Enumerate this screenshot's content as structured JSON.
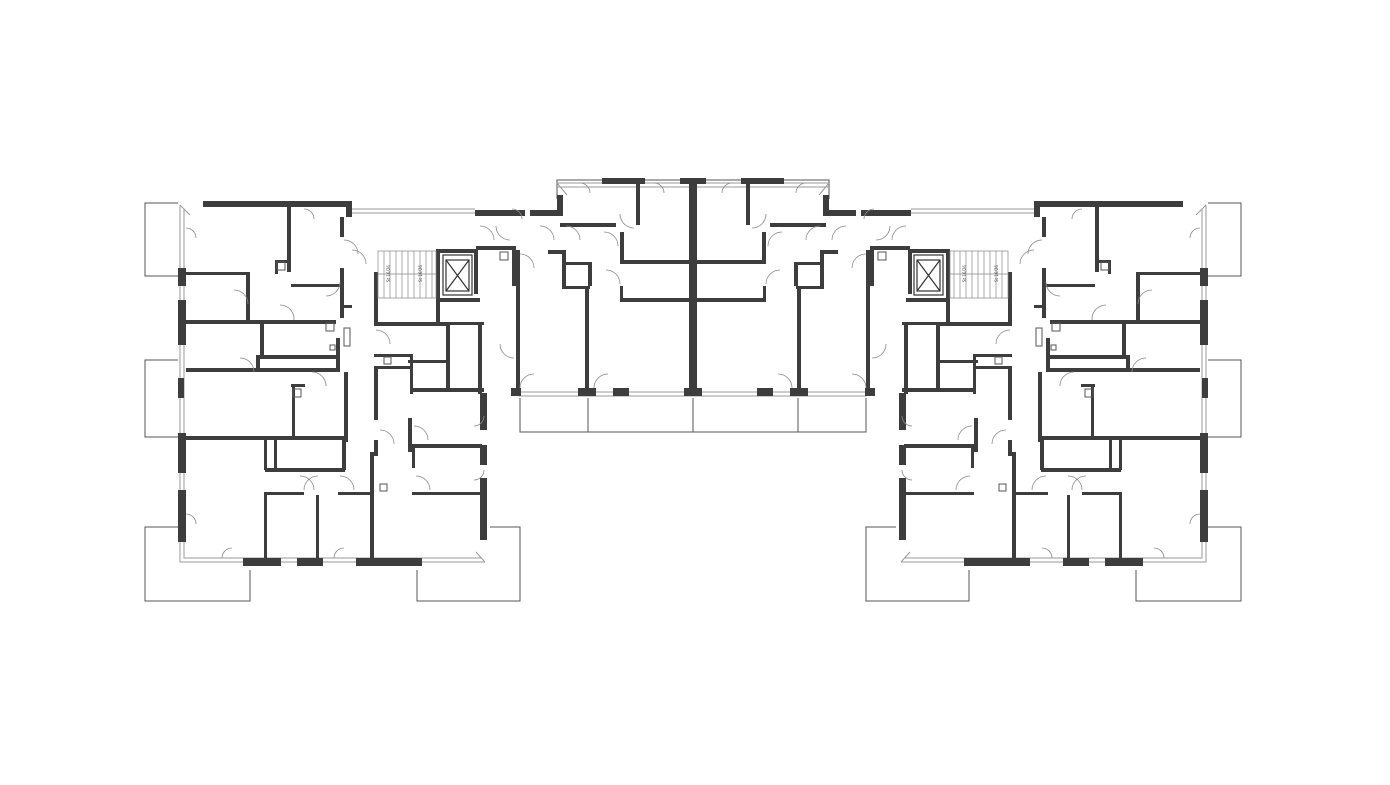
{
  "palette": {
    "wall": "#3d3d3d",
    "line": "#555555",
    "glazing": "#9a9a9a",
    "background": "#ffffff"
  },
  "stair_labels": {
    "left_a": "St 16/26",
    "left_b": "St 16/26",
    "right_a": "St 16/26",
    "right_b": "St 16/26"
  }
}
